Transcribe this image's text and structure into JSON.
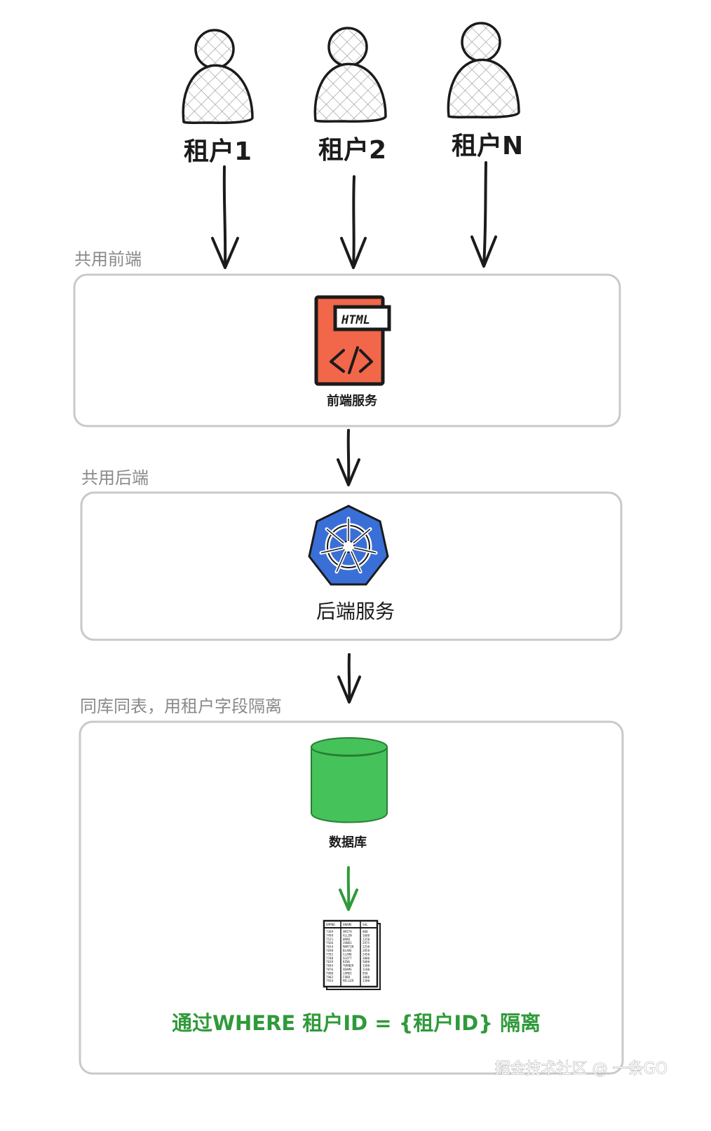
{
  "tenants": [
    {
      "label": "租户1"
    },
    {
      "label": "租户2"
    },
    {
      "label": "租户N"
    }
  ],
  "sections": {
    "frontend": {
      "title": "共用前端",
      "service_label": "前端服务",
      "icon_text": "HTML",
      "icon_code": "</>"
    },
    "backend": {
      "title": "共用后端",
      "service_label": "后端服务"
    },
    "database": {
      "title": "同库同表，用租户字段隔离",
      "db_label": "数据库",
      "isolation_text": "通过WHERE 租户ID = {租户ID} 隔离"
    }
  },
  "table_preview": {
    "headers": [
      "EMPNO",
      "ENAME",
      "SAL"
    ],
    "rows": [
      [
        "7369",
        "SMITH",
        "800"
      ],
      [
        "7499",
        "ALLEN",
        "1600"
      ],
      [
        "7521",
        "WARD",
        "1250"
      ],
      [
        "7566",
        "JONES",
        "2975"
      ],
      [
        "7654",
        "MARTIN",
        "1250"
      ],
      [
        "7698",
        "BLAKE",
        "2850"
      ],
      [
        "7782",
        "CLARK",
        "2450"
      ],
      [
        "7788",
        "SCOTT",
        "3000"
      ],
      [
        "7839",
        "KING",
        "5000"
      ],
      [
        "7844",
        "TURNER",
        "1500"
      ],
      [
        "7876",
        "ADAMS",
        "1100"
      ],
      [
        "7900",
        "JAMES",
        "950"
      ],
      [
        "7902",
        "FORD",
        "3000"
      ],
      [
        "7934",
        "MILLER",
        "1300"
      ]
    ]
  },
  "watermark": "掘金技术社区 @ 一条GO",
  "colors": {
    "html_icon": "#f2664a",
    "k8s_icon": "#3a6fd8",
    "database": "#45c35a",
    "green_arrow": "#2f9a3a",
    "box_border": "#c9c9c9"
  }
}
